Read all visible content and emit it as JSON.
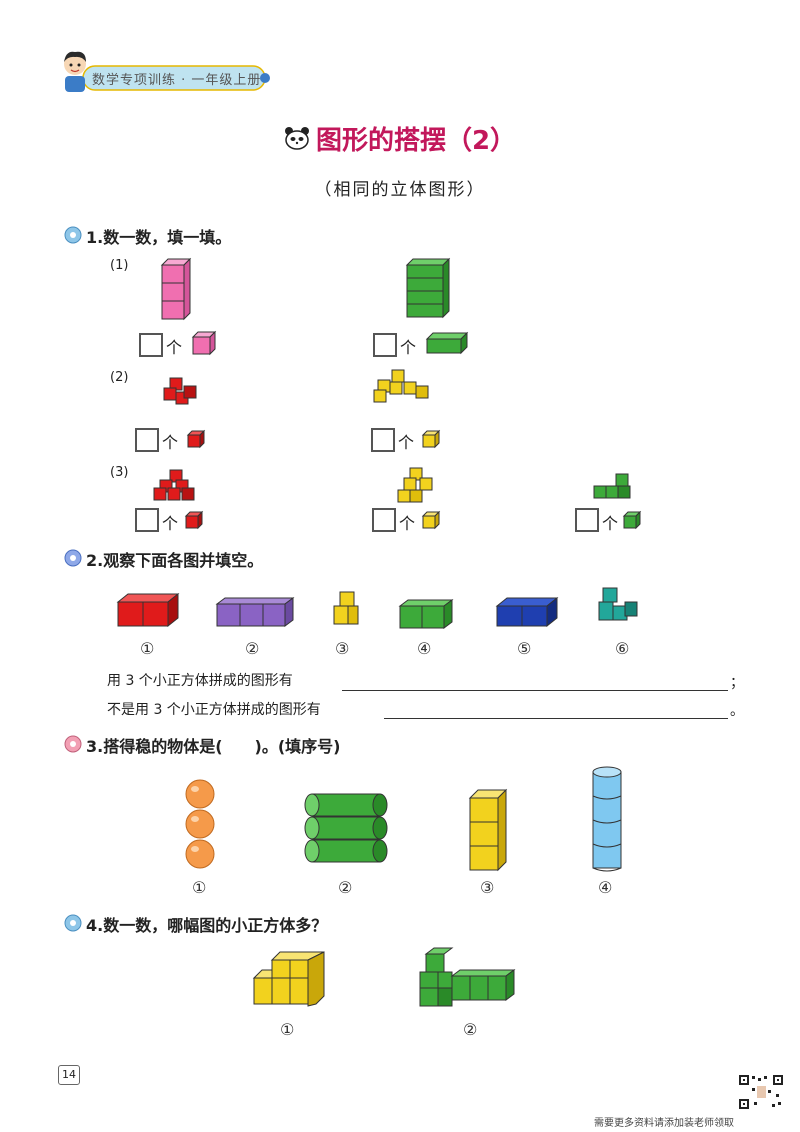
{
  "header": {
    "banner_text": "数学专项训练 · 一年级上册",
    "title": "图形的搭摆（2）",
    "subtitle": "（相同的立体图形）"
  },
  "q1": {
    "heading": "1.数一数，填一填。",
    "row_labels": [
      "(1)",
      "(2)",
      "(3)"
    ],
    "unit": "个"
  },
  "q2": {
    "heading": "2.观察下面各图并填空。",
    "numbers": [
      "①",
      "②",
      "③",
      "④",
      "⑤",
      "⑥"
    ],
    "line1": "用 3 个小正方体拼成的图形有",
    "line1_end": "；",
    "line2": "不是用 3 个小正方体拼成的图形有",
    "line2_end": "。"
  },
  "q3": {
    "heading": "3.搭得稳的物体是(　　)。(填序号)",
    "numbers": [
      "①",
      "②",
      "③",
      "④"
    ]
  },
  "q4": {
    "heading": "4.数一数，哪幅图的小正方体多？",
    "numbers": [
      "①",
      "②"
    ]
  },
  "footer": {
    "page_number": "14",
    "note": "需要更多资料请添加装老师领取"
  },
  "colors": {
    "pink": "#f06fb0",
    "green": "#3daa3a",
    "red": "#e01b1b",
    "yellow": "#f2d21e",
    "purple": "#8a63c4",
    "blue": "#1f3fb0",
    "teal": "#22a79a",
    "orange": "#f59a4a",
    "lightblue": "#7fc8f0",
    "title": "#c2185b"
  }
}
